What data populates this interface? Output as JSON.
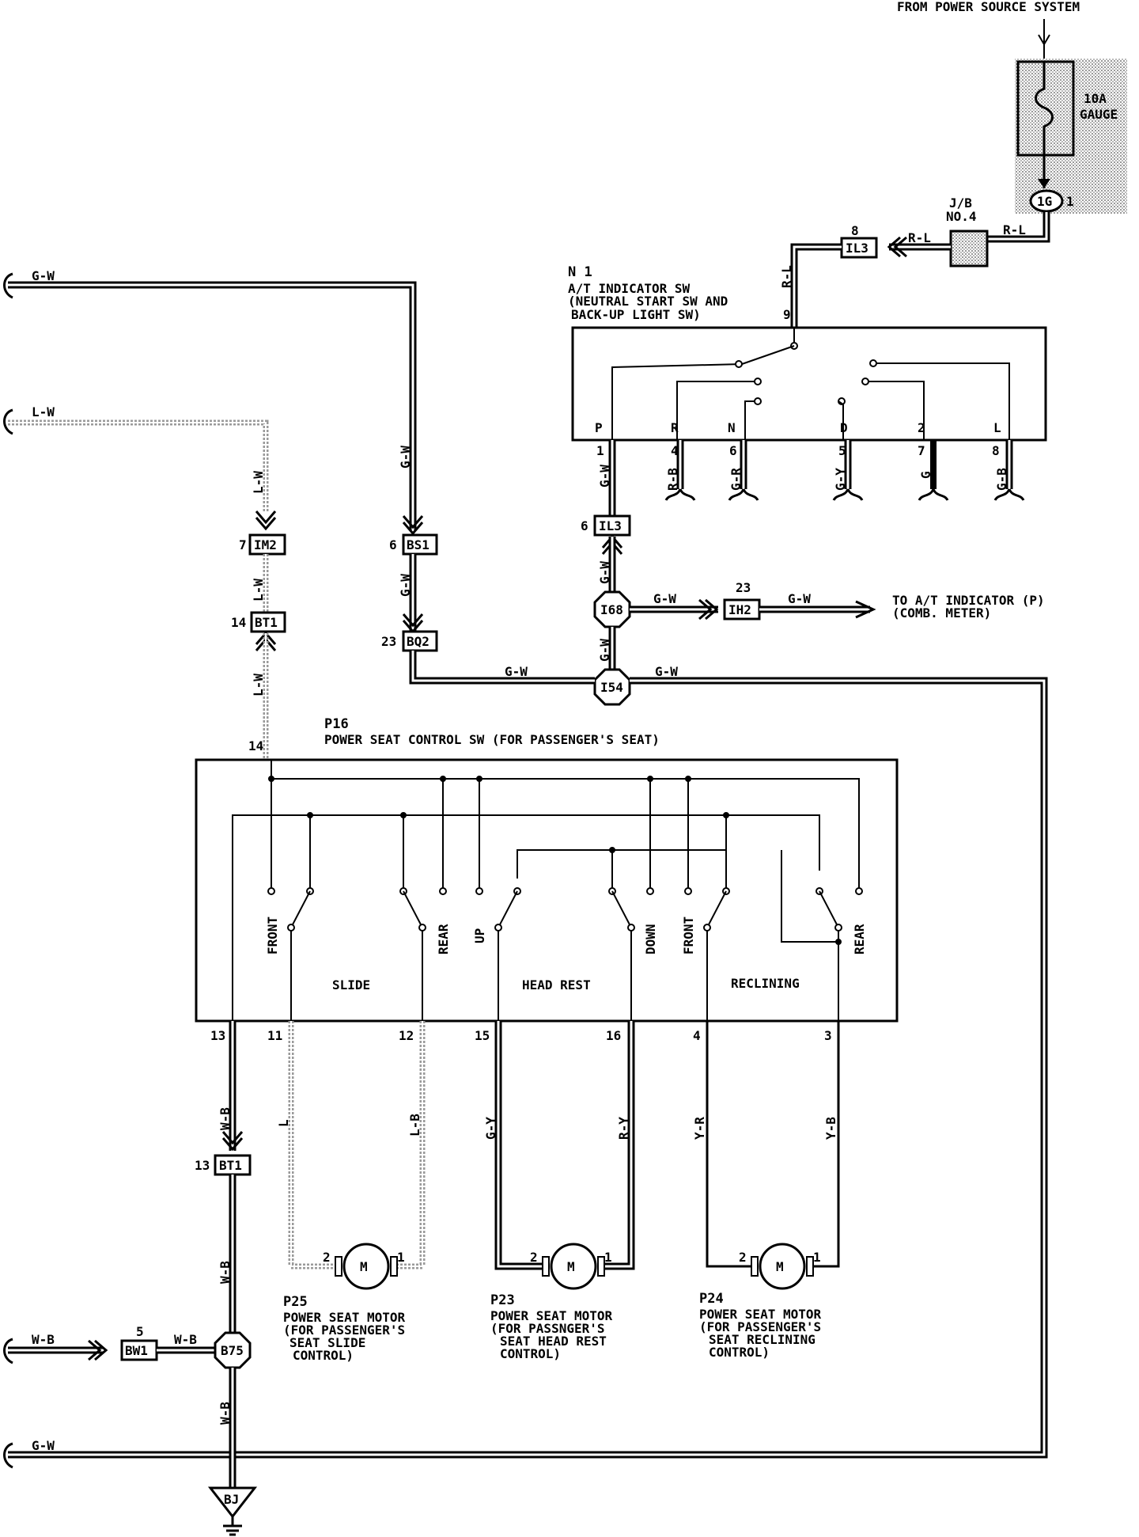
{
  "header": {
    "power_source": "FROM POWER SOURCE SYSTEM"
  },
  "fuse": {
    "rating": "10A",
    "type": "GAUGE",
    "connector": "1G",
    "pin": "1"
  },
  "junction_block": {
    "line1": "J/B",
    "line2": "NO.4"
  },
  "connectors": {
    "il3_top": {
      "id": "IL3",
      "pin": "8"
    },
    "il3_bottom": {
      "id": "IL3",
      "pin": "6"
    },
    "im2": {
      "id": "IM2",
      "pin": "7"
    },
    "bt1_top": {
      "id": "BT1",
      "pin": "14"
    },
    "bs1": {
      "id": "BS1",
      "pin": "6"
    },
    "bq2": {
      "id": "BQ2",
      "pin": "23"
    },
    "ih2": {
      "id": "IH2",
      "pin": "23"
    },
    "bt1_bottom": {
      "id": "BT1",
      "pin": "13"
    },
    "bw1": {
      "id": "BW1",
      "pin": "5"
    }
  },
  "junctions": {
    "i68": "I68",
    "i54": "I54",
    "b75": "B75",
    "ground": "BJ"
  },
  "wires": {
    "rl": "R-L",
    "gw": "G-W",
    "lw": "L-W",
    "wb": "W-B",
    "rb": "R-B",
    "gr": "G-R",
    "gy": "G-Y",
    "g": "G",
    "gb": "G-B",
    "l": "L",
    "lb": "L-B",
    "ry": "R-Y",
    "yr": "Y-R",
    "yb": "Y-B"
  },
  "indicator_switch": {
    "id": "N 1",
    "line1": "A/T INDICATOR SW",
    "line2": "(NEUTRAL START SW AND",
    "line3": "BACK-UP LIGHT SW)",
    "input_pin": "9",
    "positions": [
      {
        "label": "P",
        "pin": "1"
      },
      {
        "label": "R",
        "pin": "4"
      },
      {
        "label": "N",
        "pin": "6"
      },
      {
        "label": "D",
        "pin": "5"
      },
      {
        "label": "2",
        "pin": "7"
      },
      {
        "label": "L",
        "pin": "8"
      }
    ]
  },
  "to_indicator": {
    "line1": "TO A/T INDICATOR (P)",
    "line2": "(COMB. METER)"
  },
  "seat_switch": {
    "id": "P16",
    "title": "POWER SEAT CONTROL SW (FOR PASSENGER'S SEAT)",
    "top_pin": "14",
    "sections": {
      "slide": "SLIDE",
      "head_rest": "HEAD REST",
      "reclining": "RECLINING"
    },
    "contacts": {
      "front": "FRONT",
      "rear": "REAR",
      "up": "UP",
      "down": "DOWN"
    },
    "pins": {
      "p13": "13",
      "p11": "11",
      "p12": "12",
      "p15": "15",
      "p16": "16",
      "p4": "4",
      "p3": "3"
    }
  },
  "motors": [
    {
      "id": "P25",
      "symbol": "M",
      "pin_a": "2",
      "pin_b": "1",
      "line1": "POWER SEAT MOTOR",
      "line2": "(FOR PASSENGER'S",
      "line3": "SEAT SLIDE",
      "line4": "CONTROL)"
    },
    {
      "id": "P23",
      "symbol": "M",
      "pin_a": "2",
      "pin_b": "1",
      "line1": "POWER SEAT MOTOR",
      "line2": "(FOR PASSNGER'S",
      "line3": "SEAT HEAD REST",
      "line4": "CONTROL)"
    },
    {
      "id": "P24",
      "symbol": "M",
      "pin_a": "2",
      "pin_b": "1",
      "line1": "POWER SEAT MOTOR",
      "line2": "(FOR PASSENGER'S",
      "line3": "SEAT RECLINING",
      "line4": "CONTROL)"
    }
  ]
}
